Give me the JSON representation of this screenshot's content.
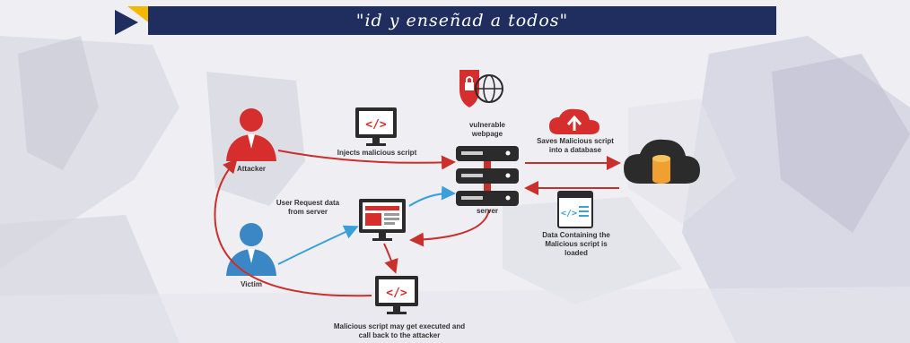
{
  "banner": {
    "text": "\"id y enseñad a todos\""
  },
  "labels": {
    "attacker": "Attacker",
    "victim": "Victim",
    "injects": "Injects malicious script",
    "vulnerable": "vulnerable webpage",
    "server": "server",
    "saves": "Saves Malicious script into a database",
    "user_request": "User Request data from server",
    "data_containing": "Data Containing the Malicious script is loaded",
    "executed": "Malicious script may get executed and call back to the attacker"
  },
  "colors": {
    "banner": "#1f2e5f",
    "attacker_red": "#d62d2d",
    "victim_blue": "#3b86c4",
    "arrow_red": "#c9302c",
    "arrow_blue": "#3aa0d8",
    "server_dark": "#2b2b2b",
    "db_orange": "#f0a030",
    "logo_yellow": "#f5b800",
    "logo_navy": "#1f2e5f"
  },
  "icons": [
    "attacker-person-icon",
    "victim-person-icon",
    "code-monitor-icon",
    "shield-globe-icon",
    "server-stack-icon",
    "cloud-upload-icon",
    "cloud-database-icon",
    "code-document-icon",
    "browser-monitor-icon"
  ]
}
